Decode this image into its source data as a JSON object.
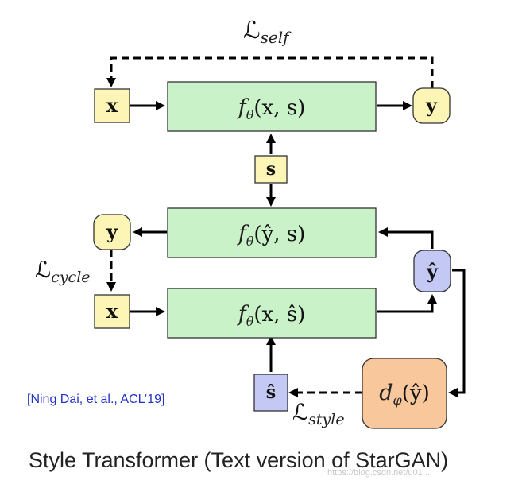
{
  "losses": {
    "self": {
      "main": "ℒ",
      "sub": "self"
    },
    "cycle": {
      "main": "ℒ",
      "sub": "cycle"
    },
    "style": {
      "main": "ℒ",
      "sub": "style"
    }
  },
  "nodes": {
    "x_top": "x",
    "y_top": "y",
    "s_mid": "s",
    "y_left": "y",
    "x_bottom": "x",
    "y_hat_right": "ŷ",
    "s_hat": "ŝ"
  },
  "blocks": {
    "f_top": {
      "f": "f",
      "sub": "θ",
      "args": "(x, s)"
    },
    "f_mid": {
      "f": "f",
      "sub": "θ",
      "args": "(ŷ, s)"
    },
    "f_bottom": {
      "f": "f",
      "sub": "θ",
      "args": "(x, ŝ)"
    },
    "discriminator": {
      "f": "d",
      "sub": "φ",
      "args": "(ŷ)"
    }
  },
  "reference": "[Ning Dai, et al., ACL’19]",
  "caption": "Style Transformer (Text version of StarGAN)",
  "watermark": "https://blog.csdn.net/u01...",
  "colors": {
    "green": "#c9f2c9",
    "yellow": "#fdf5b6",
    "blue": "#c3c8f4",
    "orange": "#f8c79c",
    "reference_text": "#2233cc"
  }
}
